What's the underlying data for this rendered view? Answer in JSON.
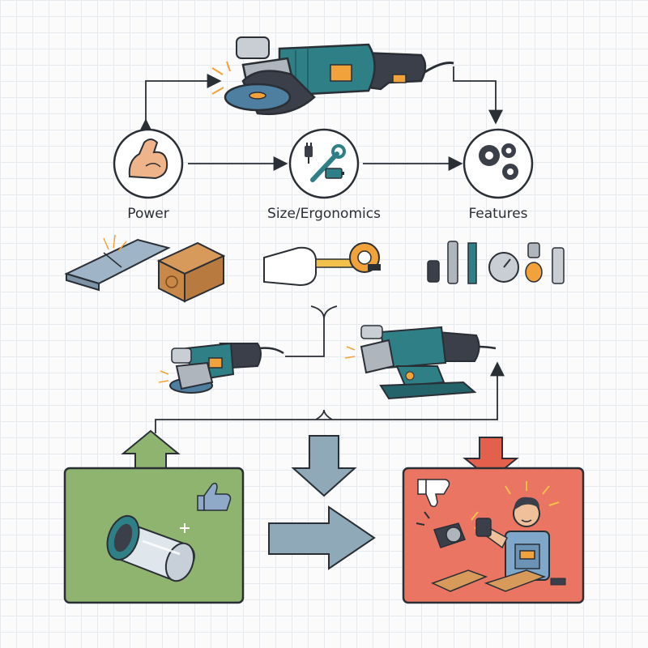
{
  "diagram": {
    "factors": [
      {
        "label": "Power",
        "icon": "flexed-bicep-icon"
      },
      {
        "label": "Size/Ergonomics",
        "icon": "plug-wrench-battery-icon"
      },
      {
        "label": "Features",
        "icon": "gears-icon"
      }
    ],
    "outcomes": {
      "good": {
        "icon": "thumbs-up-icon",
        "color": "#8fb46f"
      },
      "bad": {
        "icon": "thumbs-down-icon",
        "color": "#ea7562"
      }
    },
    "colors": {
      "tool_body": "#2f7f86",
      "accent": "#f2a23a",
      "arrow_blue": "#8fa9b9",
      "arrow_green": "#8fb46f",
      "arrow_red": "#e2604c",
      "outline": "#2a2f36"
    }
  }
}
